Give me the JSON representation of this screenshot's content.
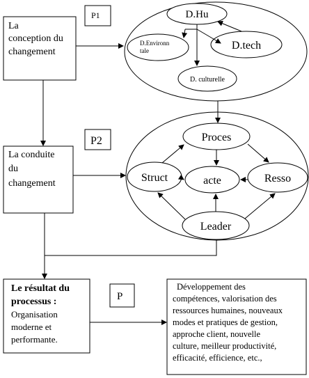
{
  "phases": {
    "p1": "P1",
    "p2": "P2",
    "p3": "P"
  },
  "boxes": {
    "conception": [
      "La",
      "conception du",
      "changement"
    ],
    "conduite": [
      "La conduite",
      "du",
      "changement"
    ],
    "resultat_bold": [
      "Le résultat du",
      "processus :"
    ],
    "resultat_normal": [
      "Organisation",
      "moderne et",
      "performante."
    ],
    "outcomes": [
      "Développement des",
      "compétences, valorisation des",
      "ressources humaines, nouveaux",
      "modes et pratiques de gestion,",
      "approche client,  nouvelle",
      "culture, meilleur productivité,",
      "efficacité, efficience, etc.,"
    ]
  },
  "p1_nodes": {
    "hu": "D.Hu",
    "env": [
      "D.Environn",
      "tale"
    ],
    "tech": "D.tech",
    "cult": "D. culturelle"
  },
  "p2_nodes": {
    "proces": "Proces",
    "struct": "Struct",
    "acte": "acte",
    "resso": "Resso",
    "leader": "Leader"
  }
}
